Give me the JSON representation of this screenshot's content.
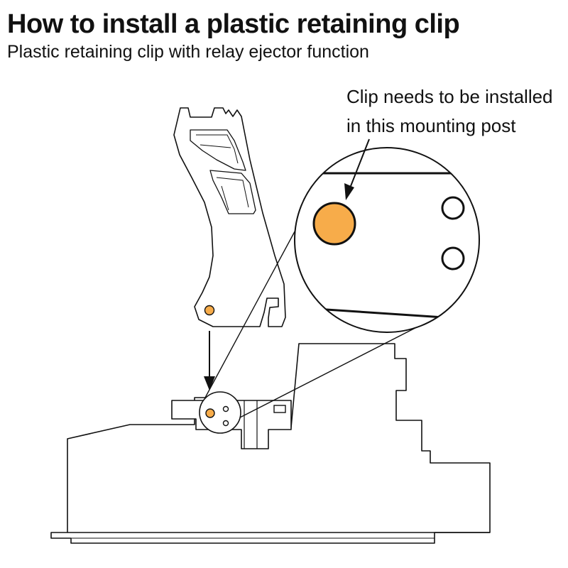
{
  "header": {
    "title": "How to install a plastic retaining clip",
    "subtitle": "Plastic retaining clip with relay ejector function"
  },
  "callout": {
    "line1": "Clip needs to be installed",
    "line2": "in this mounting post"
  },
  "colors": {
    "accent": "#F7AC4A",
    "outline": "#111111",
    "background": "#FFFFFF"
  }
}
